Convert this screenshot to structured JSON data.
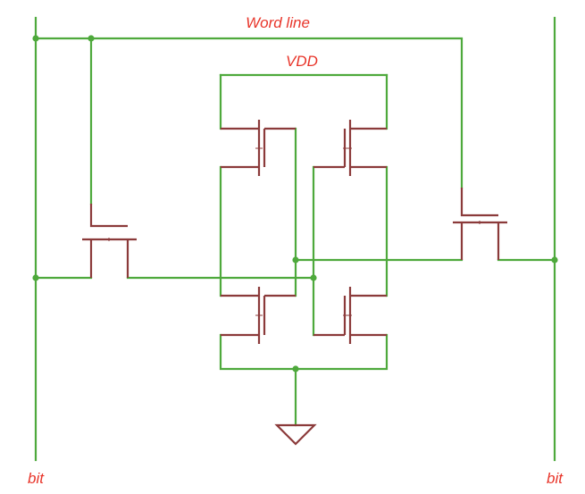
{
  "labels": {
    "word_line": "Word line",
    "vdd": "VDD",
    "bit_left": "bit",
    "bit_right": "bit"
  },
  "colors": {
    "wire": "#4ea93c",
    "device": "#8b3a3a",
    "label": "#e8352a",
    "background": "#ffffff"
  }
}
